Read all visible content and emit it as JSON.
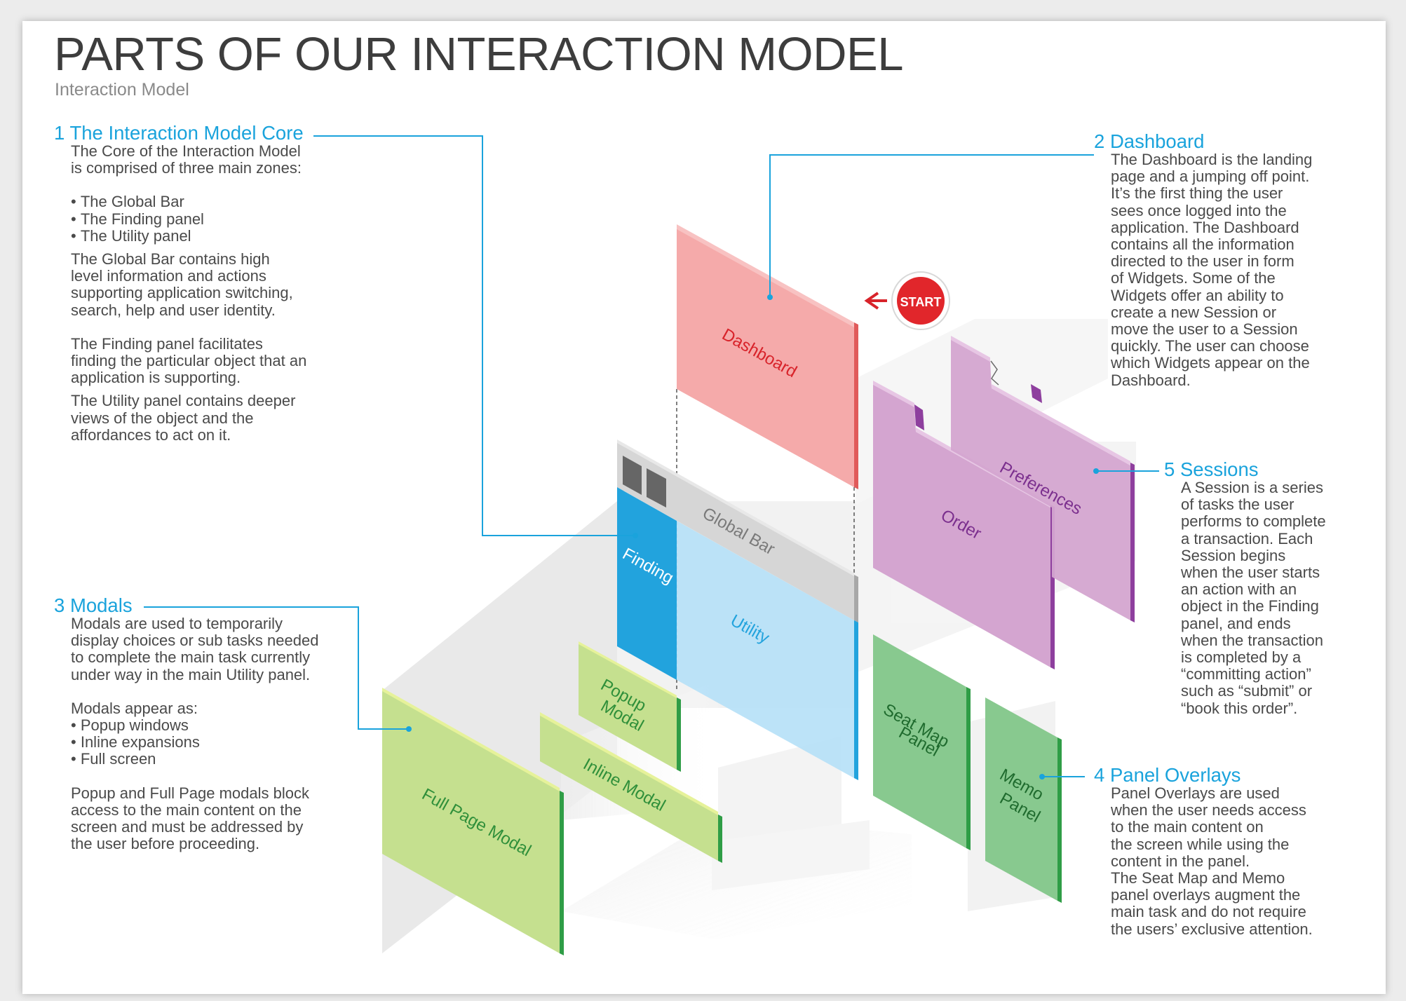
{
  "header": {
    "title": "PARTS OF OUR INTERACTION MODEL",
    "subtitle": "Interaction Model"
  },
  "callouts": {
    "core": {
      "number": "1",
      "title": "The Interaction Model Core",
      "intro": [
        "The Core of the Interaction Model",
        "is comprised of three main zones:"
      ],
      "zones": [
        "The Global Bar",
        "The Finding panel",
        "The Utility panel"
      ],
      "global_bar_text": [
        "The Global Bar contains high",
        "level information and actions",
        "supporting application switching,",
        "search, help and user  identity."
      ],
      "finding_text": [
        "The Finding panel facilitates",
        "finding the particular object that an",
        "application is supporting."
      ],
      "utility_text": [
        "The Utility panel contains deeper",
        "views of the object and the",
        "affordances to act on it."
      ]
    },
    "dashboard": {
      "number": "2",
      "title": "Dashboard",
      "text": [
        "The Dashboard is the landing",
        "page and a jumping off point.",
        "It’s the first thing the user",
        "sees once logged into the",
        "application. The Dashboard",
        "contains all the information",
        "directed to the user in form",
        "of Widgets. Some of the",
        "Widgets offer an ability to",
        "create a new Session or",
        "move the user to a Session",
        "quickly. The user can choose",
        "which Widgets appear on the",
        "Dashboard."
      ]
    },
    "modals": {
      "number": "3",
      "title": "Modals",
      "intro": [
        "Modals are used to temporarily",
        "display choices or sub tasks needed",
        "to complete the main task currently",
        "under way in the main Utility panel."
      ],
      "appear_as_label": "Modals appear as:",
      "types": [
        "Popup windows",
        "Inline expansions",
        "Full screen"
      ],
      "outro": [
        "Popup and Full Page modals  block",
        "access to the main content on the",
        "screen and must be addressed by",
        "the user before proceeding."
      ]
    },
    "panel_overlays": {
      "number": "4",
      "title": "Panel Overlays",
      "text": [
        "Panel Overlays are used",
        "when the user needs access",
        "to the main content on",
        "the screen while using the",
        "content in the panel."
      ],
      "text2": [
        "The Seat Map and Memo",
        "panel overlays augment the",
        "main task and do not require",
        "the users’ exclusive attention."
      ]
    },
    "sessions": {
      "number": "5",
      "title": "Sessions",
      "text": [
        "A Session is a series",
        "of tasks the user",
        "performs to complete",
        "a transaction. Each",
        "Session begins",
        "when the user starts",
        "an action with an",
        "object in the Finding",
        "panel, and ends",
        "when the transaction",
        "is completed by a",
        "“committing action”",
        "such as “submit” or",
        "“book this order”."
      ]
    }
  },
  "diagram": {
    "start_label": "START",
    "dashboard": "Dashboard",
    "global_bar": "Global Bar",
    "finding": "Finding",
    "utility": "Utility",
    "order": "Order",
    "preferences": "Preferences",
    "popup_modal": [
      "Popup",
      "Modal"
    ],
    "inline_modal": "Inline Modal",
    "full_page_modal": "Full Page Modal",
    "seat_map_panel": [
      "Seat Map",
      "Panel"
    ],
    "memo_panel": [
      "Memo",
      "Panel"
    ]
  },
  "colors": {
    "title": "#3d3d3d",
    "accent_blue": "#1aa3dc",
    "dashboard_fill": "#f5aaaa",
    "dashboard_text": "#d8232a",
    "session_fill": "#d4a5d0",
    "session_text": "#7b2f8e",
    "modal_fill": "#c5e08f",
    "modal_text": "#2f8f3a",
    "overlay_fill": "#88c98f",
    "overlay_text": "#1f6b2e",
    "finding_fill": "#22a3dd",
    "utility_fill": "#b6e1f7",
    "global_bar_fill": "#d6d6d6",
    "start_fill": "#e1262b"
  }
}
